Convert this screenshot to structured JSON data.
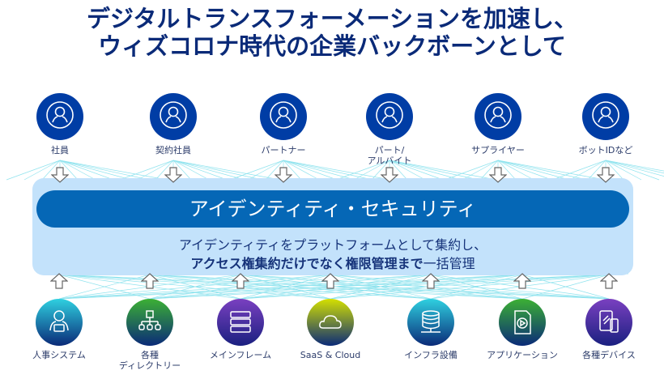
{
  "title": {
    "line1": "デジタルトランスフォーメーションを加速し、",
    "line2": "ウィズコロナ時代の企業バックボーンとして"
  },
  "users": [
    {
      "label": "社員",
      "icon": "person-icon"
    },
    {
      "label": "契約社員",
      "icon": "person-icon"
    },
    {
      "label": "パートナー",
      "icon": "person-icon"
    },
    {
      "label": "パート/",
      "label2": "アルバイト",
      "icon": "person-icon"
    },
    {
      "label": "サプライヤー",
      "icon": "person-icon"
    },
    {
      "label": "ボットIDなど",
      "icon": "person-icon"
    }
  ],
  "platform": {
    "bar": "アイデンティティ・セキュリティ",
    "line1": "アイデンティティをプラットフォームとして集約し、",
    "line2_bold": "アクセス権集約だけでなく権限管理まで",
    "line2_rest": "一括管理"
  },
  "systems": [
    {
      "label": "人事システム",
      "icon": "laptop-user-icon",
      "colors": [
        "#2fd0e0",
        "#0a2a78"
      ]
    },
    {
      "label": "各種",
      "label2": "ディレクトリー",
      "icon": "hierarchy-icon",
      "colors": [
        "#3cb034",
        "#0a2a78"
      ]
    },
    {
      "label": "メインフレーム",
      "icon": "server-icon",
      "colors": [
        "#7a40c0",
        "#1a2080"
      ]
    },
    {
      "label": "SaaS & Cloud",
      "icon": "cloud-icon",
      "colors": [
        "#d4e000",
        "#0a2a78"
      ]
    },
    {
      "label": "インフラ設備",
      "icon": "database-icon",
      "colors": [
        "#2fd0e0",
        "#0a2a78"
      ]
    },
    {
      "label": "アプリケーション",
      "icon": "media-file-icon",
      "colors": [
        "#3cb034",
        "#0a2a78"
      ]
    },
    {
      "label": "各種デバイス",
      "icon": "devices-icon",
      "colors": [
        "#7a40c0",
        "#1a2080"
      ]
    }
  ]
}
